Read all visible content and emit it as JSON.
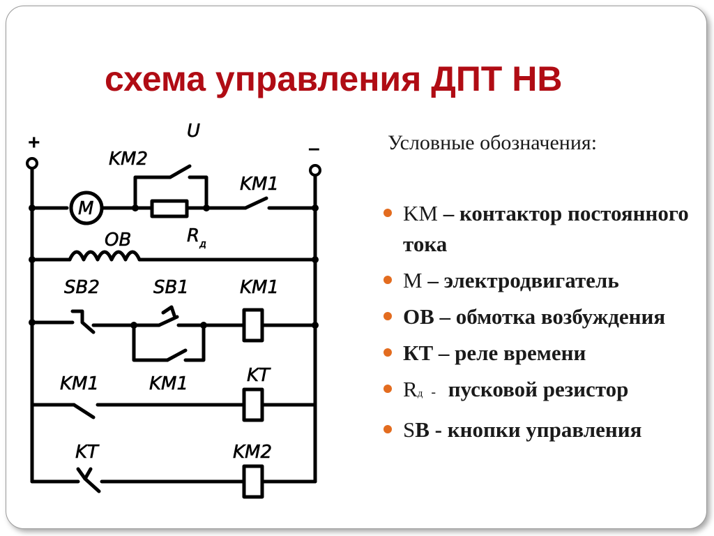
{
  "title": "схема управления ДПТ НВ",
  "schematic": {
    "plus": "+",
    "minus": "–",
    "u": "U",
    "km2_top": "KM2",
    "km1_top": "KM1",
    "motor": "M",
    "ob": "OB",
    "rd": "R",
    "rd_sub": "д",
    "sb2": "SB2",
    "sb1": "SB1",
    "km1_coil": "KM1",
    "km1_left": "KM1",
    "km1_mid": "KM1",
    "kt_coil": "KT",
    "kt_contact": "KT",
    "km2_coil": "KM2"
  },
  "legend": {
    "heading": "Условные обозначения:",
    "items": [
      {
        "term": "KM",
        "text": " – контактор постоянного тока"
      },
      {
        "term": "M",
        "text": " – электродвигатель"
      },
      {
        "term": "",
        "text": "ОВ – обмотка возбуждения"
      },
      {
        "term": "",
        "text": "КТ – реле времени"
      },
      {
        "term": "R",
        "sub": "д",
        "dash": "-",
        "text": " пусковой резистор"
      },
      {
        "term": "S",
        "text": "B - кнопки управления"
      }
    ]
  },
  "colors": {
    "title": "#b00c14",
    "bullet": "#e36c1f"
  }
}
